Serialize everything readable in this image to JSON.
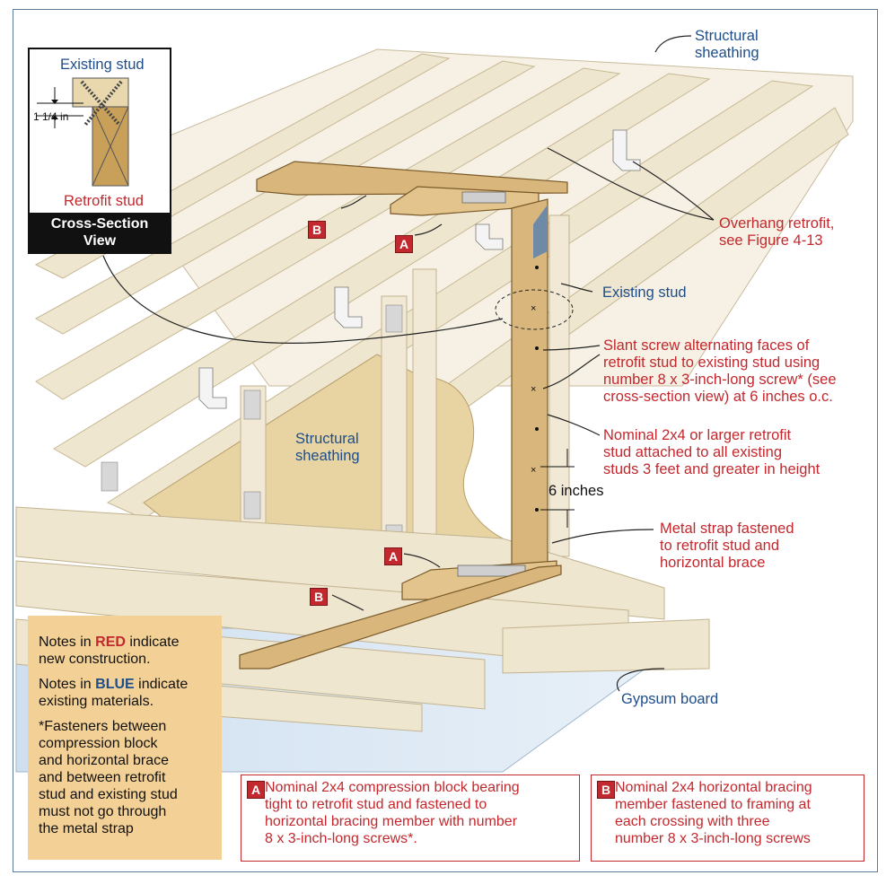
{
  "labels": {
    "structural_sheathing_top": [
      "Structural",
      "sheathing"
    ],
    "overhang_retrofit": [
      "Overhang retrofit,",
      "see Figure 4-13"
    ],
    "existing_stud": "Existing stud",
    "slant_screw": [
      "Slant screw alternating faces of",
      "retrofit stud to existing stud using",
      "number 8 x 3-inch-long screw* (see",
      "cross-section view) at 6 inches o.c."
    ],
    "nominal_stud": [
      "Nominal 2x4 or larger retrofit",
      "stud attached to all existing",
      "studs 3 feet and greater in height"
    ],
    "six_inches": "6 inches",
    "metal_strap": [
      "Metal strap fastened",
      "to retrofit stud and",
      "horizontal brace"
    ],
    "structural_sheathing_mid": [
      "Structural",
      "sheathing"
    ],
    "gypsum_board": "Gypsum board",
    "badge_a": "A",
    "badge_b": "B"
  },
  "cross_section": {
    "existing_stud": "Existing stud",
    "dimension": "1 1/4 in",
    "retrofit_stud": "Retrofit stud",
    "title": [
      "Cross-Section",
      "View"
    ]
  },
  "legend": {
    "red_prefix": "Notes in ",
    "red_word": "RED",
    "red_suffix_1": " indicate",
    "red_suffix_2": "new construction.",
    "blue_prefix": "Notes in ",
    "blue_word": "BLUE",
    "blue_suffix_1": " indicate",
    "blue_suffix_2": "existing materials.",
    "fasteners": [
      "*Fasteners between",
      "compression block",
      "and horizontal brace",
      "and between retrofit",
      "stud and existing stud",
      "must not go through",
      "the metal strap"
    ]
  },
  "note_a": {
    "badge": "A",
    "lines": [
      "Nominal 2x4 compression block bearing",
      "tight to retrofit stud and fastened to",
      "horizontal bracing member with number",
      "8 x 3-inch-long screws*."
    ]
  },
  "note_b": {
    "badge": "B",
    "lines": [
      "Nominal 2x4 horizontal bracing",
      "member fastened to framing at",
      "each crossing with three",
      "number 8 x 3-inch-long screws"
    ]
  },
  "colors": {
    "red": "#c2282d",
    "blue": "#1e4e8a",
    "wood": "#d9b77c",
    "framing": "#f1e9d6",
    "legend_bg": "#f3d196"
  }
}
